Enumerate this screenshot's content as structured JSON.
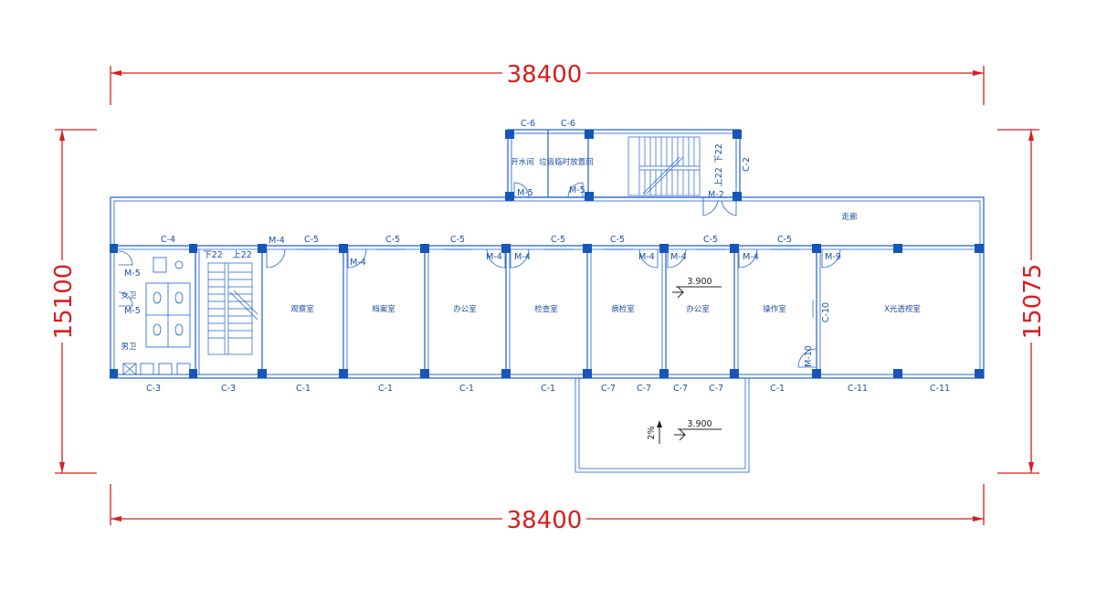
{
  "dimensions": {
    "top": "38400",
    "bottom": "38400",
    "left": "15100",
    "right": "15075"
  },
  "windows": {
    "top_c6_a": "C-6",
    "top_c6_b": "C-6",
    "c2": "C-2",
    "c4": "C-4",
    "c5_1": "C-5",
    "c5_2": "C-5",
    "c5_3": "C-5",
    "c5_4": "C-5",
    "c5_5": "C-5",
    "c5_6": "C-5",
    "c5_7": "C-5",
    "c3_1": "C-3",
    "c3_2": "C-3",
    "c1_1": "C-1",
    "c1_2": "C-1",
    "c1_3": "C-1",
    "c1_4": "C-1",
    "c1_5": "C-1",
    "c7_1": "C-7",
    "c7_2": "C-7",
    "c7_3": "C-7",
    "c7_4": "C-7",
    "c11_1": "C-11",
    "c11_2": "C-11",
    "c10": "C-10"
  },
  "doors": {
    "m5_top_a": "M-5",
    "m5_top_b": "M-5",
    "m2": "M-2",
    "m4_1": "M-4",
    "m4_2": "M-4",
    "m4_3": "M-4",
    "m4_4": "M-4",
    "m4_5": "M-4",
    "m4_6": "M-4",
    "m4_7": "M-4",
    "m9": "M-9",
    "m10": "M-10",
    "m5_left_a": "M-5",
    "m5_left_b": "M-5"
  },
  "stairs": {
    "top_down": "下22",
    "top_up": "上22",
    "left_down": "下22",
    "left_up": "上22"
  },
  "rooms": {
    "water_room": "开水间",
    "cleaning_room": "垃圾临时放置间",
    "corridor": "走廊",
    "womens": "女卫",
    "mens": "男卫",
    "room1": "观察室",
    "room2": "档案室",
    "room3": "办公室",
    "room4": "检查室",
    "room5": "病检室",
    "room6": "办公室",
    "room7": "操作室",
    "room8": "X光透视室"
  },
  "elevations": {
    "inner": "3.900",
    "balcony": "3.900"
  },
  "slope": "2%"
}
